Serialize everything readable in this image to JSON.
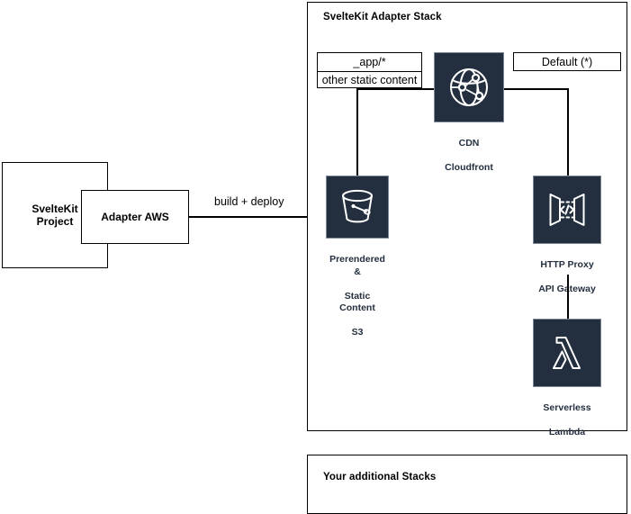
{
  "diagram": {
    "title": "SvelteKit Adapter Stack"
  },
  "stacks": [
    {
      "id": "adapter-stack",
      "title": "SvelteKit Adapter Stack"
    },
    {
      "id": "additional-stack",
      "title": "Your additional Stacks"
    }
  ],
  "source": {
    "project_box": "SvelteKit\nProject",
    "adapter_box": "Adapter AWS",
    "edge_label": "build + deploy"
  },
  "routes": {
    "static": {
      "primary": "_app/*",
      "secondary": "other static content"
    },
    "default": {
      "primary": "Default (*)"
    }
  },
  "services": [
    {
      "id": "cdn",
      "icon": "cloudfront-globe-icon",
      "caption": "CDN\nCloudfront",
      "line1": "CDN",
      "line2": "Cloudfront"
    },
    {
      "id": "s3",
      "icon": "s3-bucket-icon",
      "caption": "Prerendered &\nStatic Content\nS3",
      "line1": "Prerendered &",
      "line2": "Static Content",
      "line3": "S3"
    },
    {
      "id": "apigw",
      "icon": "api-gateway-icon",
      "caption": "HTTP Proxy\nAPI Gateway",
      "line1": "HTTP Proxy",
      "line2": "API Gateway"
    },
    {
      "id": "lambda",
      "icon": "lambda-icon",
      "caption": "Serverless\nLambda",
      "line1": "Serverless",
      "line2": "Lambda"
    }
  ],
  "colors": {
    "aws_navy": "#232F3E",
    "icon_stroke": "#FFFFFF",
    "line": "#000000",
    "background": "#FFFFFF"
  }
}
